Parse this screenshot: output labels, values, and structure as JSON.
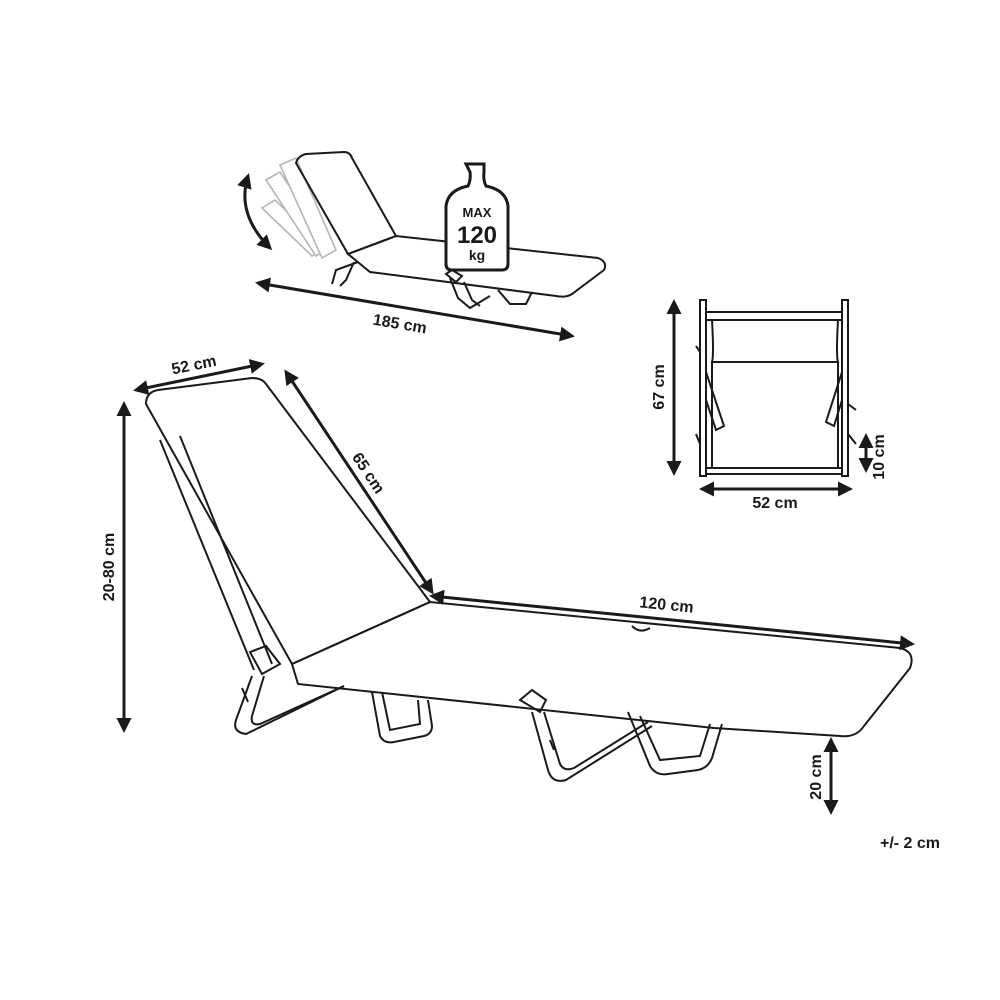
{
  "capacity": {
    "max": "MAX",
    "value": "120",
    "unit": "kg"
  },
  "dimensions": {
    "total_length": "185 cm",
    "width_top": "52 cm",
    "backrest_length": "65 cm",
    "seat_length": "120 cm",
    "height_range": "20-80 cm",
    "seat_height": "20 cm",
    "folded_height": "67 cm",
    "folded_width": "52 cm",
    "folded_depth": "10 cm"
  },
  "tolerance": "+/- 2 cm",
  "colors": {
    "line": "#1a1a1a",
    "ghost": "#b5b5b5",
    "background": "#ffffff"
  }
}
